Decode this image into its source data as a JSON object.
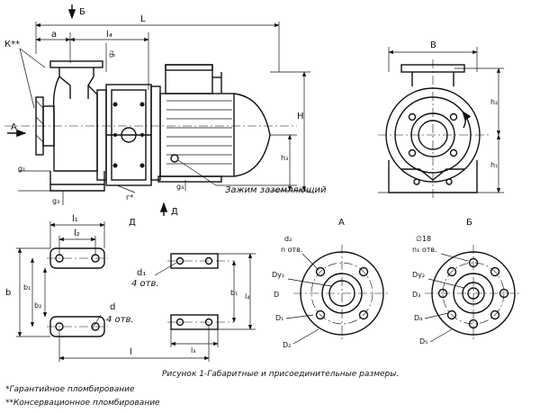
{
  "views": {
    "side": {
      "labels": {
        "b_top": "Б",
        "L": "L",
        "a": "a",
        "l4": "l₄",
        "g2": "g₂",
        "k": "К**",
        "A_arrow": "A",
        "H": "H",
        "h3": "h₃",
        "g1": "g₁",
        "g3": "g₃",
        "g4": "g₄",
        "g_star": "г*",
        "d_bottom": "Д",
        "d_arrow": "Д",
        "ground": "Зажим заземляющий"
      }
    },
    "front": {
      "labels": {
        "B": "B",
        "h2": "h₂",
        "h1": "h₁"
      }
    },
    "feet": {
      "labels": {
        "l1": "l₁",
        "l2": "l₂",
        "b": "b",
        "b1": "b₁",
        "b2": "b₂",
        "d": "d",
        "d_count": "4 отв.",
        "d1": "d₁",
        "d1_count": "4 отв.",
        "l": "l",
        "l3": "l₃",
        "b1_r": "b₁",
        "l4_r": "l₄"
      }
    },
    "flange_A": {
      "title": "A",
      "labels": {
        "d2": "d₂",
        "n_holes": "n отв.",
        "Dy1": "Dy₁",
        "D": "D",
        "D1": "D₁",
        "D2": "D₂"
      }
    },
    "flange_B": {
      "title": "Б",
      "labels": {
        "dia18": "∅18",
        "n1_holes": "n₁ отв.",
        "Dy2": "Dy₂",
        "D3": "D₃",
        "D4": "D₄",
        "D5": "D₅"
      }
    }
  },
  "caption": "Рисунок 1-Габаритные и присоединительные размеры.",
  "notes": [
    "*Гарантийное пломбирование",
    "**Консервационное пломбирование"
  ]
}
